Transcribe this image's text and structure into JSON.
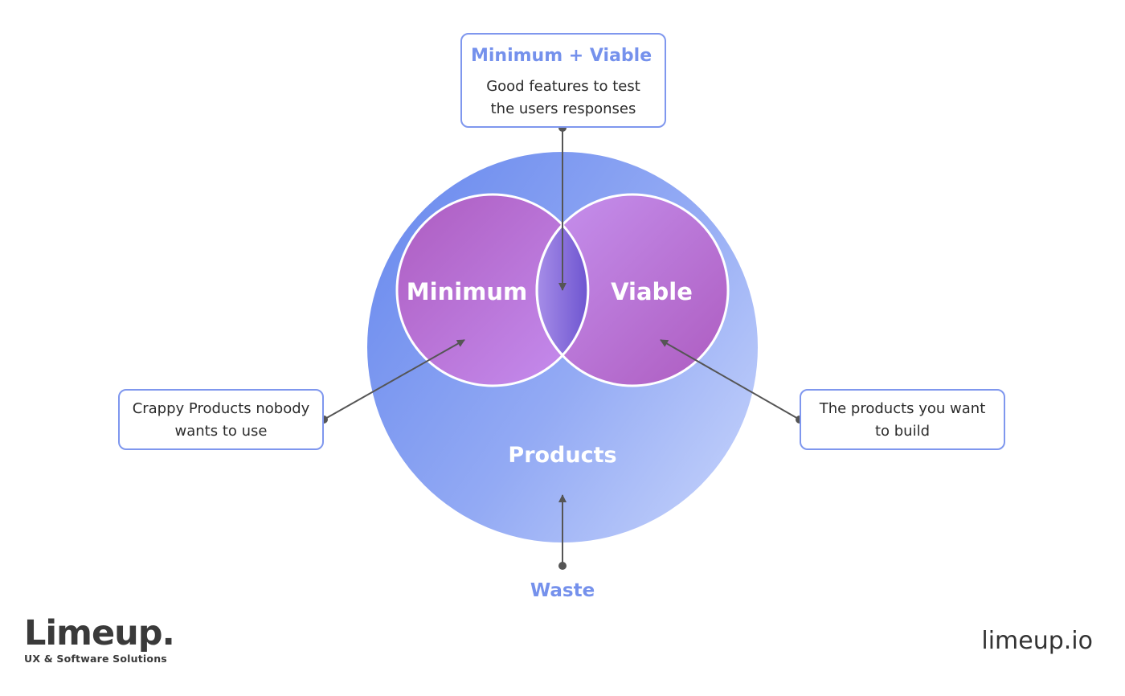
{
  "diagram": {
    "outer_label": "Products",
    "left_label": "Minimum",
    "right_label": "Viable",
    "bottom_label": "Waste"
  },
  "callouts": {
    "top": {
      "heading": "Minimum + Viable",
      "lines": [
        "Good features to test",
        "the users responses"
      ]
    },
    "left": {
      "lines": [
        "Crappy Products nobody",
        "wants to use"
      ]
    },
    "right": {
      "lines": [
        "The products you want",
        "to build"
      ]
    }
  },
  "footer": {
    "logo_text": "Limeup.",
    "logo_tagline": "UX & Software Solutions",
    "site": "limeup.io"
  },
  "colors": {
    "accent_blue": "#7591ec",
    "outer_circle_start": "#6b8bee",
    "outer_circle_end": "#bccbfb",
    "inner_circle_purple": "#b263c4",
    "intersection": "#7d5fd6"
  }
}
